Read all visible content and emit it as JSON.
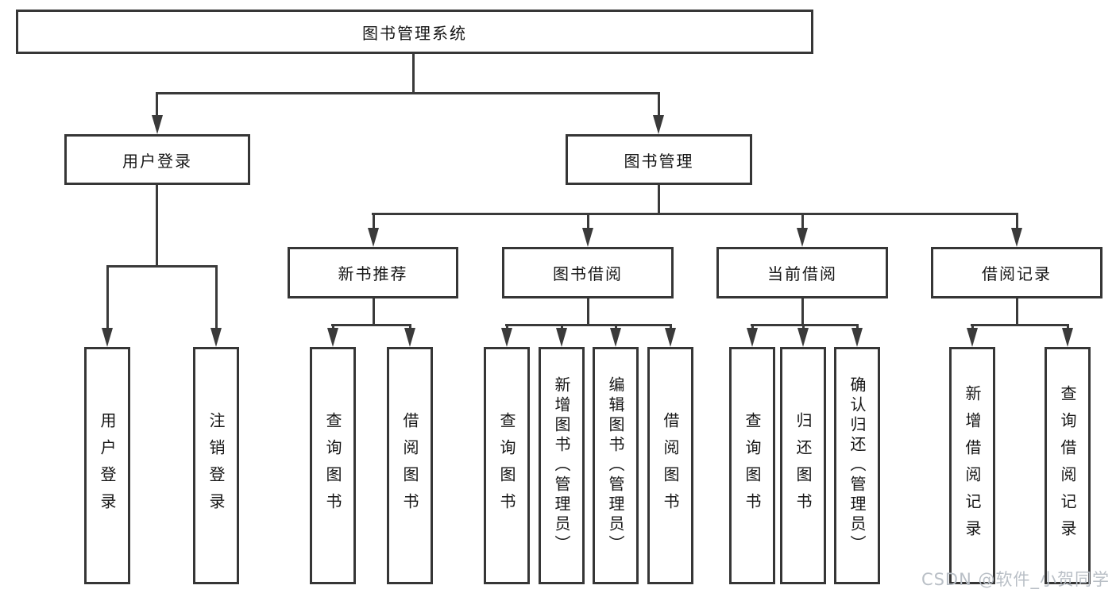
{
  "diagram": {
    "type": "hierarchy-tree",
    "nodes": {
      "root": "图书管理系统",
      "l1_user": "用户登录",
      "l1_book": "图书管理",
      "m_recommend": "新书推荐",
      "m_borrow": "图书借阅",
      "m_current": "当前借阅",
      "m_records": "借阅记录",
      "leaf_user_login": "用户登录",
      "leaf_logout": "注销登录",
      "leaf_rec_query": "查询图书",
      "leaf_rec_borrow": "借阅图书",
      "leaf_bor_query": "查询图书",
      "leaf_bor_add": "新增图书（管理员）",
      "leaf_bor_edit": "编辑图书（管理员）",
      "leaf_bor_borrow": "借阅图书",
      "leaf_cur_query": "查询图书",
      "leaf_cur_return": "归还图书",
      "leaf_cur_confirm": "确认归还（管理员）",
      "leaf_records_add": "新增借阅记录",
      "leaf_records_query": "查询借阅记录"
    },
    "structure": {
      "图书管理系统": [
        "用户登录",
        "图书管理"
      ],
      "用户登录": [
        "用户登录",
        "注销登录"
      ],
      "图书管理": [
        "新书推荐",
        "图书借阅",
        "当前借阅",
        "借阅记录"
      ],
      "新书推荐": [
        "查询图书",
        "借阅图书"
      ],
      "图书借阅": [
        "查询图书",
        "新增图书（管理员）",
        "编辑图书（管理员）",
        "借阅图书"
      ],
      "当前借阅": [
        "查询图书",
        "归还图书",
        "确认归还（管理员）"
      ],
      "借阅记录": [
        "新增借阅记录",
        "查询借阅记录"
      ]
    },
    "colors": {
      "line": "#3a3a3a",
      "box_border": "#363636",
      "text": "#161616",
      "background": "#ffffff",
      "watermark": "#b9bfc6"
    }
  },
  "watermark": "CSDN @软件_小贺同学"
}
